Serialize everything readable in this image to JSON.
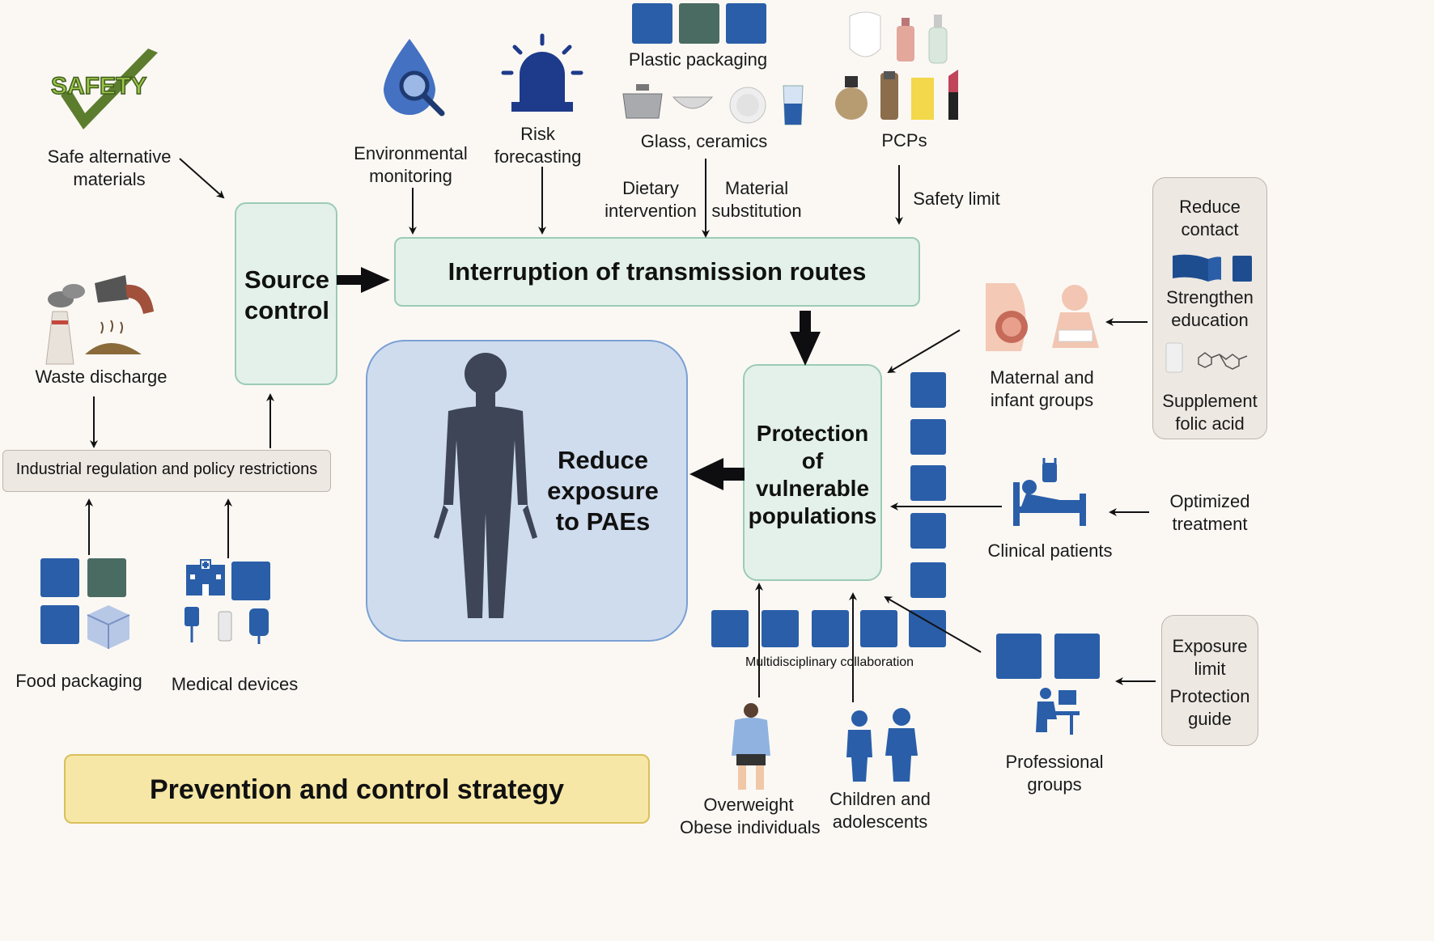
{
  "source_control": {
    "title_line1": "Source",
    "title_line2": "control",
    "safety_logo_text": "SAFETY",
    "safe_alt_line1": "Safe alternative",
    "safe_alt_line2": "materials",
    "waste_label": "Waste discharge",
    "regulation_label": "Industrial regulation and policy restrictions",
    "food_packaging_label": "Food packaging",
    "medical_devices_label": "Medical devices"
  },
  "transmission": {
    "title": "Interruption of transmission routes",
    "env_monitoring_line1": "Environmental",
    "env_monitoring_line2": "monitoring",
    "risk_line1": "Risk",
    "risk_line2": "forecasting",
    "plastic_label": "Plastic packaging",
    "glass_label": "Glass, ceramics",
    "pcps_label": "PCPs",
    "dietary_line1": "Dietary",
    "dietary_line2": "intervention",
    "material_line1": "Material",
    "material_line2": "substitution",
    "safety_limit_label": "Safety limit"
  },
  "center": {
    "line1": "Reduce",
    "line2": "exposure",
    "line3": "to PAEs"
  },
  "protection": {
    "line1": "Protection",
    "line2": "of",
    "line3": "vulnerable",
    "line4": "populations",
    "multidisciplinary_label": "Multidisciplinary collaboration"
  },
  "groups": {
    "maternal_line1": "Maternal and",
    "maternal_line2": "infant groups",
    "clinical_label": "Clinical patients",
    "professional_line1": "Professional",
    "professional_line2": "groups",
    "overweight_line1": "Overweight",
    "overweight_line2": "Obese individuals",
    "children_line1": "Children and",
    "children_line2": "adolescents"
  },
  "side_boxes": {
    "reduce_contact_line1": "Reduce",
    "reduce_contact_line2": "contact",
    "strengthen_line1": "Strengthen",
    "strengthen_line2": "education",
    "supplement_line1": "Supplement",
    "supplement_line2": "folic acid",
    "optimized_line1": "Optimized",
    "optimized_line2": "treatment",
    "exposure_limit_line1": "Exposure",
    "exposure_limit_line2": "limit",
    "protection_guide_line1": "Protection",
    "protection_guide_line2": "guide"
  },
  "footer": {
    "title": "Prevention and control strategy"
  },
  "colors": {
    "background": "#fbf8f4",
    "green_box": "#e3f1ea",
    "center_box": "#cfdcee",
    "footer_box": "#f6e7a6",
    "icon_blue": "#2a5ea8",
    "silhouette": "#3d4556"
  }
}
